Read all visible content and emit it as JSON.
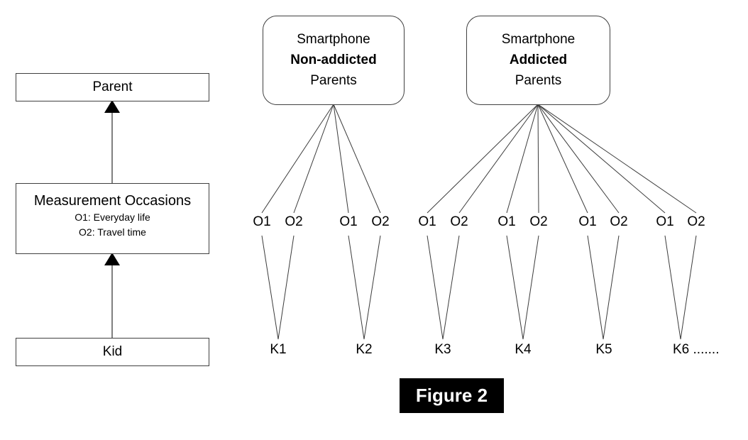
{
  "figure_label": "Figure 2",
  "left_panel": {
    "parent_box": "Parent",
    "measurement_box": {
      "title": "Measurement Occasions",
      "occasion_1": "O1: Everyday life",
      "occasion_2": "O2: Travel time"
    },
    "kid_box": "Kid"
  },
  "groups": [
    {
      "line1": "Smartphone",
      "line2": "Non-addicted",
      "line3": "Parents",
      "kids": [
        {
          "label": "K1",
          "occasions": [
            "O1",
            "O2"
          ]
        },
        {
          "label": "K2",
          "occasions": [
            "O1",
            "O2"
          ]
        }
      ]
    },
    {
      "line1": "Smartphone",
      "line2": "Addicted",
      "line3": "Parents",
      "kids": [
        {
          "label": "K3",
          "occasions": [
            "O1",
            "O2"
          ]
        },
        {
          "label": "K4",
          "occasions": [
            "O1",
            "O2"
          ]
        },
        {
          "label": "K5",
          "occasions": [
            "O1",
            "O2"
          ]
        },
        {
          "label": "K6 .......",
          "occasions": [
            "O1",
            "O2"
          ]
        }
      ]
    }
  ],
  "colors": {
    "line": "#3c3c3c",
    "box_border": "#404040",
    "arrow": "#000000",
    "figure_bg": "#000000",
    "figure_text": "#ffffff"
  }
}
